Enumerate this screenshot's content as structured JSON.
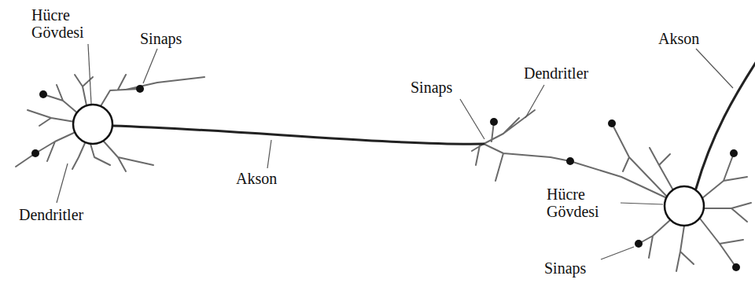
{
  "diagram": {
    "labels": [
      "Hücre Gövdesi",
      "Sinaps",
      "Akson",
      "Sinaps",
      "Dendritler",
      "Akson",
      "Hücre Gövdesi",
      "Dendritler",
      "Sinaps"
    ]
  }
}
